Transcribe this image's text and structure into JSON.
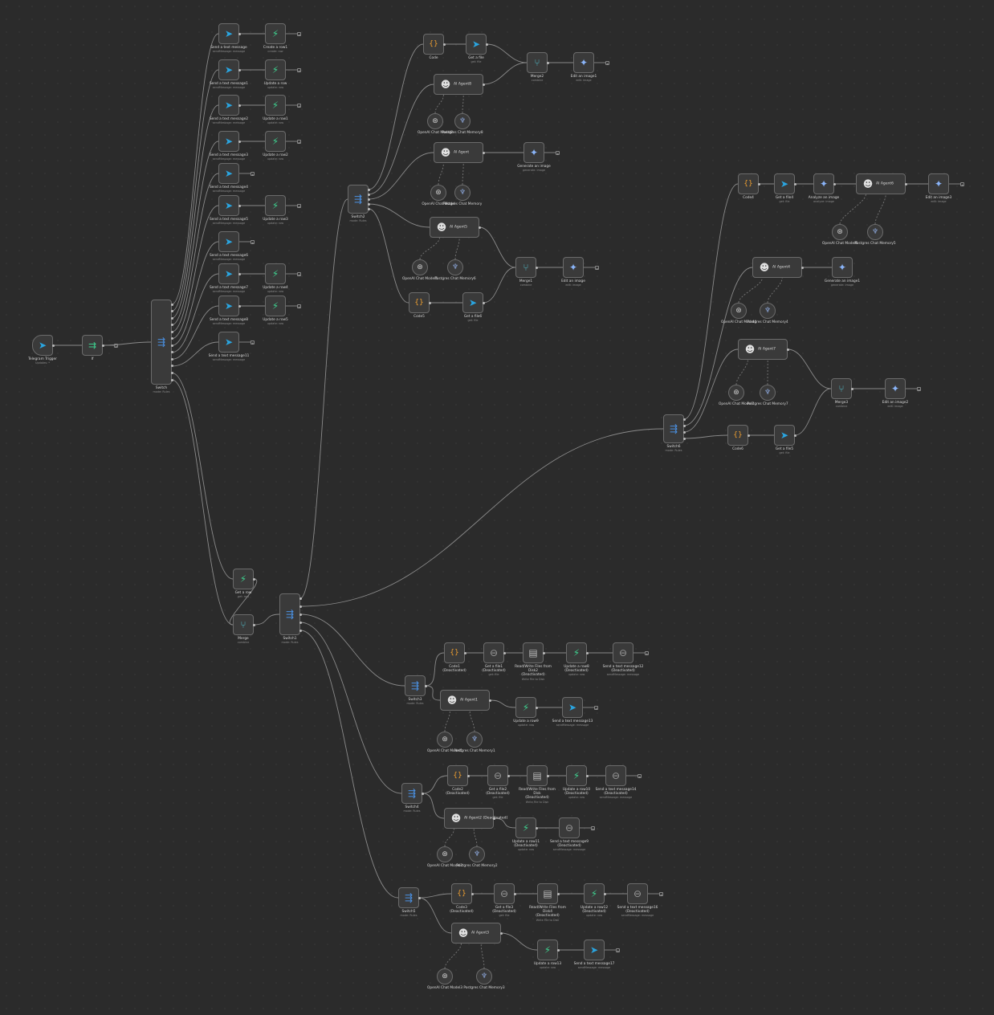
{
  "canvas": {
    "background": "#2b2b2b",
    "node_bg": "#3a3a3a",
    "wire": "#8a8a8a"
  },
  "icons": {
    "telegram": {
      "glyph": "➤",
      "color": "#2aa5e0",
      "name": "telegram-icon"
    },
    "supabase": {
      "glyph": "⚡",
      "color": "#3ecf8e",
      "name": "supabase-icon"
    },
    "switch": {
      "glyph": "⇶",
      "color": "#4a90e2",
      "name": "switch-icon"
    },
    "if": {
      "glyph": "⇉",
      "color": "#3ecf8e",
      "name": "if-icon"
    },
    "merge": {
      "glyph": "⑂",
      "color": "#4fb3bf",
      "name": "merge-icon"
    },
    "code": {
      "glyph": "{}",
      "color": "#f0a030",
      "name": "code-icon"
    },
    "gemini": {
      "glyph": "✦",
      "color": "#8ab4f8",
      "name": "gemini-icon"
    },
    "agent": {
      "glyph": "☻",
      "color": "#e0e0e0",
      "name": "robot-icon"
    },
    "openai": {
      "glyph": "⊛",
      "color": "#cfcfcf",
      "name": "openai-icon"
    },
    "postgres": {
      "glyph": "♆",
      "color": "#8aa4d6",
      "name": "postgres-icon"
    },
    "files": {
      "glyph": "▤",
      "color": "#bbbbbb",
      "name": "file-icon"
    },
    "disabled": {
      "glyph": "⊖",
      "color": "#9a9a9a",
      "name": "disabled-icon"
    }
  },
  "nodes": [
    {
      "id": "telegram-trigger",
      "label": "Telegram Trigger",
      "sub": "Updates: *",
      "icon": "telegram",
      "shape": "trigger"
    },
    {
      "id": "if",
      "label": "If",
      "sub": "",
      "icon": "if"
    },
    {
      "id": "switch",
      "label": "Switch",
      "sub": "mode: Rules",
      "icon": "switch",
      "shape": "tall"
    },
    {
      "id": "send-text-message",
      "label": "Send a text message",
      "sub": "sendMessage: message",
      "icon": "telegram"
    },
    {
      "id": "create-row1",
      "label": "Create a row1",
      "sub": "create: row",
      "icon": "supabase"
    },
    {
      "id": "send-text-message1",
      "label": "Send a text message1",
      "sub": "sendMessage: message",
      "icon": "telegram"
    },
    {
      "id": "update-row",
      "label": "Update a row",
      "sub": "update: row",
      "icon": "supabase"
    },
    {
      "id": "send-text-message2",
      "label": "Send a text message2",
      "sub": "sendMessage: message",
      "icon": "telegram"
    },
    {
      "id": "update-row1",
      "label": "Update a row1",
      "sub": "update: row",
      "icon": "supabase"
    },
    {
      "id": "send-text-message3",
      "label": "Send a text message3",
      "sub": "sendMessage: message",
      "icon": "telegram"
    },
    {
      "id": "update-row2",
      "label": "Update a row2",
      "sub": "update: row",
      "icon": "supabase"
    },
    {
      "id": "send-text-message4",
      "label": "Send a text message4",
      "sub": "sendMessage: message",
      "icon": "telegram"
    },
    {
      "id": "send-text-message5",
      "label": "Send a text message5",
      "sub": "sendMessage: message",
      "icon": "telegram"
    },
    {
      "id": "update-row3",
      "label": "Update a row3",
      "sub": "update: row",
      "icon": "supabase"
    },
    {
      "id": "send-text-message6",
      "label": "Send a text message6",
      "sub": "sendMessage: message",
      "icon": "telegram"
    },
    {
      "id": "send-text-message7",
      "label": "Send a text message7",
      "sub": "sendMessage: message",
      "icon": "telegram"
    },
    {
      "id": "update-row4",
      "label": "Update a row4",
      "sub": "update: row",
      "icon": "supabase"
    },
    {
      "id": "send-text-message8",
      "label": "Send a text message8",
      "sub": "sendMessage: message",
      "icon": "telegram"
    },
    {
      "id": "update-row5",
      "label": "Update a row5",
      "sub": "update: row",
      "icon": "supabase"
    },
    {
      "id": "send-text-message11",
      "label": "Send a text message11",
      "sub": "sendMessage: message",
      "icon": "telegram"
    },
    {
      "id": "get-row",
      "label": "Get a row",
      "sub": "get: row",
      "icon": "supabase"
    },
    {
      "id": "merge",
      "label": "Merge",
      "sub": "combine",
      "icon": "merge"
    },
    {
      "id": "switch1",
      "label": "Switch1",
      "sub": "mode: Rules",
      "icon": "switch",
      "shape": "tall"
    },
    {
      "id": "switch2",
      "label": "Switch2",
      "sub": "mode: Rules",
      "icon": "switch"
    },
    {
      "id": "code",
      "label": "Code",
      "sub": "",
      "icon": "code"
    },
    {
      "id": "get-file",
      "label": "Get a file",
      "sub": "get: file",
      "icon": "telegram"
    },
    {
      "id": "merge2",
      "label": "Merge2",
      "sub": "combine",
      "icon": "merge"
    },
    {
      "id": "edit-image1",
      "label": "Edit an image1",
      "sub": "edit: image",
      "icon": "gemini"
    },
    {
      "id": "ai-agent8",
      "label": "AI Agent8",
      "icon": "agent",
      "shape": "wide"
    },
    {
      "id": "openai-chat-model8",
      "label": "OpenAI Chat Model8",
      "icon": "openai",
      "shape": "circle"
    },
    {
      "id": "postgres-chat-memory8",
      "label": "Postgres Chat Memory8",
      "icon": "postgres",
      "shape": "circle"
    },
    {
      "id": "ai-agent",
      "label": "AI Agent",
      "icon": "agent",
      "shape": "wide"
    },
    {
      "id": "generate-image",
      "label": "Generate an image",
      "sub": "generate: image",
      "icon": "gemini"
    },
    {
      "id": "openai-chat-model",
      "label": "OpenAI Chat Model",
      "icon": "openai",
      "shape": "circle"
    },
    {
      "id": "postgres-chat-memory",
      "label": "Postgres Chat Memory",
      "icon": "postgres",
      "shape": "circle"
    },
    {
      "id": "ai-agent5",
      "label": "AI Agent5",
      "icon": "agent",
      "shape": "wide"
    },
    {
      "id": "openai-chat-model5",
      "label": "OpenAI Chat Model5",
      "icon": "openai",
      "shape": "circle"
    },
    {
      "id": "postgres-chat-memory6",
      "label": "Postgres Chat Memory6",
      "icon": "postgres",
      "shape": "circle"
    },
    {
      "id": "merge1",
      "label": "Merge1",
      "sub": "combine",
      "icon": "merge"
    },
    {
      "id": "edit-image",
      "label": "Edit an image",
      "sub": "edit: image",
      "icon": "gemini"
    },
    {
      "id": "code5",
      "label": "Code5",
      "sub": "",
      "icon": "code"
    },
    {
      "id": "get-file6",
      "label": "Get a file6",
      "sub": "get: file",
      "icon": "telegram"
    },
    {
      "id": "code4",
      "label": "Code4",
      "sub": "",
      "icon": "code"
    },
    {
      "id": "get-file4",
      "label": "Get a file4",
      "sub": "get: file",
      "icon": "telegram"
    },
    {
      "id": "analyze-image",
      "label": "Analyze an image",
      "sub": "analyze: image",
      "icon": "gemini"
    },
    {
      "id": "ai-agent6",
      "label": "AI Agent6",
      "icon": "agent",
      "shape": "wide"
    },
    {
      "id": "edit-image3",
      "label": "Edit an image3",
      "sub": "edit: image",
      "icon": "gemini"
    },
    {
      "id": "openai-chat-model6",
      "label": "OpenAI Chat Model6",
      "icon": "openai",
      "shape": "circle"
    },
    {
      "id": "postgres-chat-memory5",
      "label": "Postgres Chat Memory5",
      "icon": "postgres",
      "shape": "circle"
    },
    {
      "id": "ai-agent4",
      "label": "AI Agent4",
      "icon": "agent",
      "shape": "wide"
    },
    {
      "id": "generate-image1",
      "label": "Generate an image1",
      "sub": "generate: image",
      "icon": "gemini"
    },
    {
      "id": "openai-chat-model4",
      "label": "OpenAI Chat Model4",
      "icon": "openai",
      "shape": "circle"
    },
    {
      "id": "postgres-chat-memory4",
      "label": "Postgres Chat Memory4",
      "icon": "postgres",
      "shape": "circle"
    },
    {
      "id": "ai-agent7",
      "label": "AI Agent7",
      "icon": "agent",
      "shape": "wide"
    },
    {
      "id": "openai-chat-model7",
      "label": "OpenAI Chat Model7",
      "icon": "openai",
      "shape": "circle"
    },
    {
      "id": "postgres-chat-memory7",
      "label": "Postgres Chat Memory7",
      "icon": "postgres",
      "shape": "circle"
    },
    {
      "id": "merge3",
      "label": "Merge3",
      "sub": "combine",
      "icon": "merge"
    },
    {
      "id": "edit-image2",
      "label": "Edit an image2",
      "sub": "edit: image",
      "icon": "gemini"
    },
    {
      "id": "switch6",
      "label": "Switch6",
      "sub": "mode: Rules",
      "icon": "switch"
    },
    {
      "id": "code6",
      "label": "Code6",
      "sub": "",
      "icon": "code"
    },
    {
      "id": "get-file5",
      "label": "Get a file5",
      "sub": "get: file",
      "icon": "telegram"
    },
    {
      "id": "switch3",
      "label": "Switch3",
      "sub": "mode: Rules",
      "icon": "switch"
    },
    {
      "id": "code1",
      "label": "Code1\n(Deactivated)",
      "sub": "",
      "icon": "code"
    },
    {
      "id": "get-file1",
      "label": "Get a file1\n(Deactivated)",
      "sub": "get: file",
      "icon": "disabled"
    },
    {
      "id": "read-write-disk2",
      "label": "Read/Write Files from\nDisk2\n(Deactivated)",
      "sub": "Write File to Disk",
      "icon": "files"
    },
    {
      "id": "update-row8",
      "label": "Update a row8\n(Deactivated)",
      "sub": "update: row",
      "icon": "supabase"
    },
    {
      "id": "send-text-message12",
      "label": "Send a text message12\n(Deactivated)",
      "sub": "sendMessage: message",
      "icon": "disabled"
    },
    {
      "id": "ai-agent1",
      "label": "AI Agent1",
      "icon": "agent",
      "shape": "wide"
    },
    {
      "id": "update-row9",
      "label": "Update a row9",
      "sub": "update: row",
      "icon": "supabase"
    },
    {
      "id": "send-text-message13",
      "label": "Send a text message13",
      "sub": "sendMessage: message",
      "icon": "telegram"
    },
    {
      "id": "openai-chat-model1",
      "label": "OpenAI Chat Model1",
      "icon": "openai",
      "shape": "circle"
    },
    {
      "id": "postgres-chat-memory1",
      "label": "Postgres Chat Memory1",
      "icon": "postgres",
      "shape": "circle"
    },
    {
      "id": "switch4",
      "label": "Switch4",
      "sub": "mode: Rules",
      "icon": "switch"
    },
    {
      "id": "code2",
      "label": "Code2\n(Deactivated)",
      "sub": "",
      "icon": "code"
    },
    {
      "id": "get-file2",
      "label": "Get a file2\n(Deactivated)",
      "sub": "get: file",
      "icon": "disabled"
    },
    {
      "id": "read-write-disk",
      "label": "Read/Write Files from\nDisk\n(Deactivated)",
      "sub": "Write File to Disk",
      "icon": "files"
    },
    {
      "id": "update-row10",
      "label": "Update a row10\n(Deactivated)",
      "sub": "update: row",
      "icon": "supabase"
    },
    {
      "id": "send-text-message14",
      "label": "Send a text message14\n(Deactivated)",
      "sub": "sendMessage: message",
      "icon": "disabled"
    },
    {
      "id": "ai-agent2",
      "label": "AI Agent2\n(Deactivated)",
      "icon": "agent",
      "shape": "wide"
    },
    {
      "id": "update-row11",
      "label": "Update a row11\n(Deactivated)",
      "sub": "update: row",
      "icon": "supabase"
    },
    {
      "id": "send-text-message9",
      "label": "Send a text message9\n(Deactivated)",
      "sub": "sendMessage: message",
      "icon": "disabled"
    },
    {
      "id": "openai-chat-model2",
      "label": "OpenAI Chat Model2",
      "icon": "openai",
      "shape": "circle"
    },
    {
      "id": "postgres-chat-memory2",
      "label": "Postgres Chat Memory2",
      "icon": "postgres",
      "shape": "circle"
    },
    {
      "id": "switch5",
      "label": "Switch5",
      "sub": "mode: Rules",
      "icon": "switch"
    },
    {
      "id": "code3",
      "label": "Code3\n(Deactivated)",
      "sub": "",
      "icon": "code"
    },
    {
      "id": "get-file3",
      "label": "Get a file3\n(Deactivated)",
      "sub": "get: file",
      "icon": "disabled"
    },
    {
      "id": "read-write-disk4",
      "label": "Read/Write Files from\nDisk4\n(Deactivated)",
      "sub": "Write File to Disk",
      "icon": "files"
    },
    {
      "id": "update-row12",
      "label": "Update a row12\n(Deactivated)",
      "sub": "update: row",
      "icon": "supabase"
    },
    {
      "id": "send-text-message16",
      "label": "Send a text message16\n(Deactivated)",
      "sub": "sendMessage: message",
      "icon": "disabled"
    },
    {
      "id": "ai-agent3",
      "label": "AI Agent3",
      "icon": "agent",
      "shape": "wide"
    },
    {
      "id": "update-row13",
      "label": "Update a row13",
      "sub": "update: row",
      "icon": "supabase"
    },
    {
      "id": "send-text-message17",
      "label": "Send a text message17",
      "sub": "sendMessage: message",
      "icon": "telegram"
    },
    {
      "id": "openai-chat-model3",
      "label": "OpenAI Chat Model3",
      "icon": "openai",
      "shape": "circle"
    },
    {
      "id": "postgres-chat-memory3",
      "label": "Postgres Chat Memory3",
      "icon": "postgres",
      "shape": "circle"
    }
  ]
}
